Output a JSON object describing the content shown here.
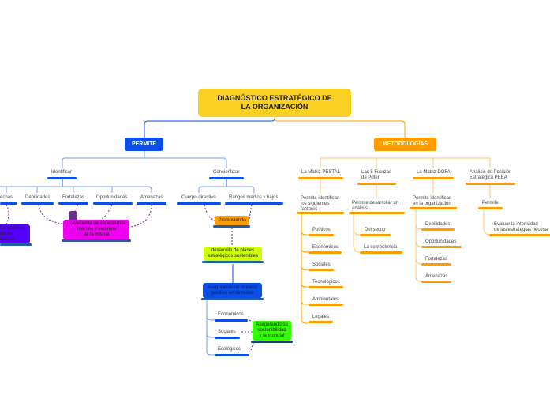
{
  "root": {
    "title_line1": "DIAGNÓSTICO ESTRATÉGICO DE",
    "title_line2": "LA ORGANIZACIÓN"
  },
  "colors": {
    "root": "#fbd121",
    "permite": "#0a4ee6",
    "metodologias": "#ff9c00",
    "connector_dashed": "#6b2c91"
  },
  "permite": {
    "label": "PERMITE",
    "identificar": {
      "label": "Identificar",
      "items": [
        "echas",
        "Debilidades",
        "Fortalezas",
        "Oportunidades",
        "Amenazas"
      ],
      "note_magenta": [
        "Proveniente de los entornos",
        "internos y externos",
        "de la misma"
      ],
      "note_violet": [
        "las políticas",
        "ble en",
        "ización"
      ]
    },
    "concientizar": {
      "label": "Concientizar",
      "items": [
        "Cuerpo directivo",
        "Rangos medios y bajos"
      ],
      "promoviendo": "Promoviendo",
      "desarrollo": [
        "desarrollo de planes",
        "estratégicos sostenibles"
      ],
      "asegurando": [
        "Asegurando un impacto",
        "positivo en términos"
      ],
      "terminos": [
        "Económicos",
        "Sociales",
        "Ecológicos"
      ],
      "sostenibilidad": [
        "Asegurando su",
        "sostenibilidad",
        "y la mundial"
      ]
    }
  },
  "metodologias": {
    "label": "METODOLOGÍAS",
    "pestal": {
      "label": "La Matriz PESTAL",
      "desc": [
        "Permite identificar",
        "los siguientes",
        "factores"
      ],
      "items": [
        "Políticos",
        "Económicos",
        "Sociales",
        "Tecnológicos",
        "Ambientales",
        "Legales"
      ]
    },
    "porter": {
      "label": [
        "Las 5 Fuerzas",
        "de Poter"
      ],
      "desc": [
        "Permite desarrollar un",
        "análisis"
      ],
      "items": [
        "Del sector",
        "La competencia"
      ]
    },
    "dofa": {
      "label": "La Matriz DOFA",
      "desc": [
        "Permite identificar",
        "en la organización"
      ],
      "items": [
        "Debilidades",
        "Oportunidades",
        "Fortalezas",
        "Amenazas"
      ]
    },
    "peea": {
      "label": [
        "Análisis de Posición",
        "Estratégica PEEA"
      ],
      "desc": "Permite",
      "items": [
        [
          "Evaluar la intensidad",
          "de las estrategias necesar"
        ]
      ]
    }
  }
}
